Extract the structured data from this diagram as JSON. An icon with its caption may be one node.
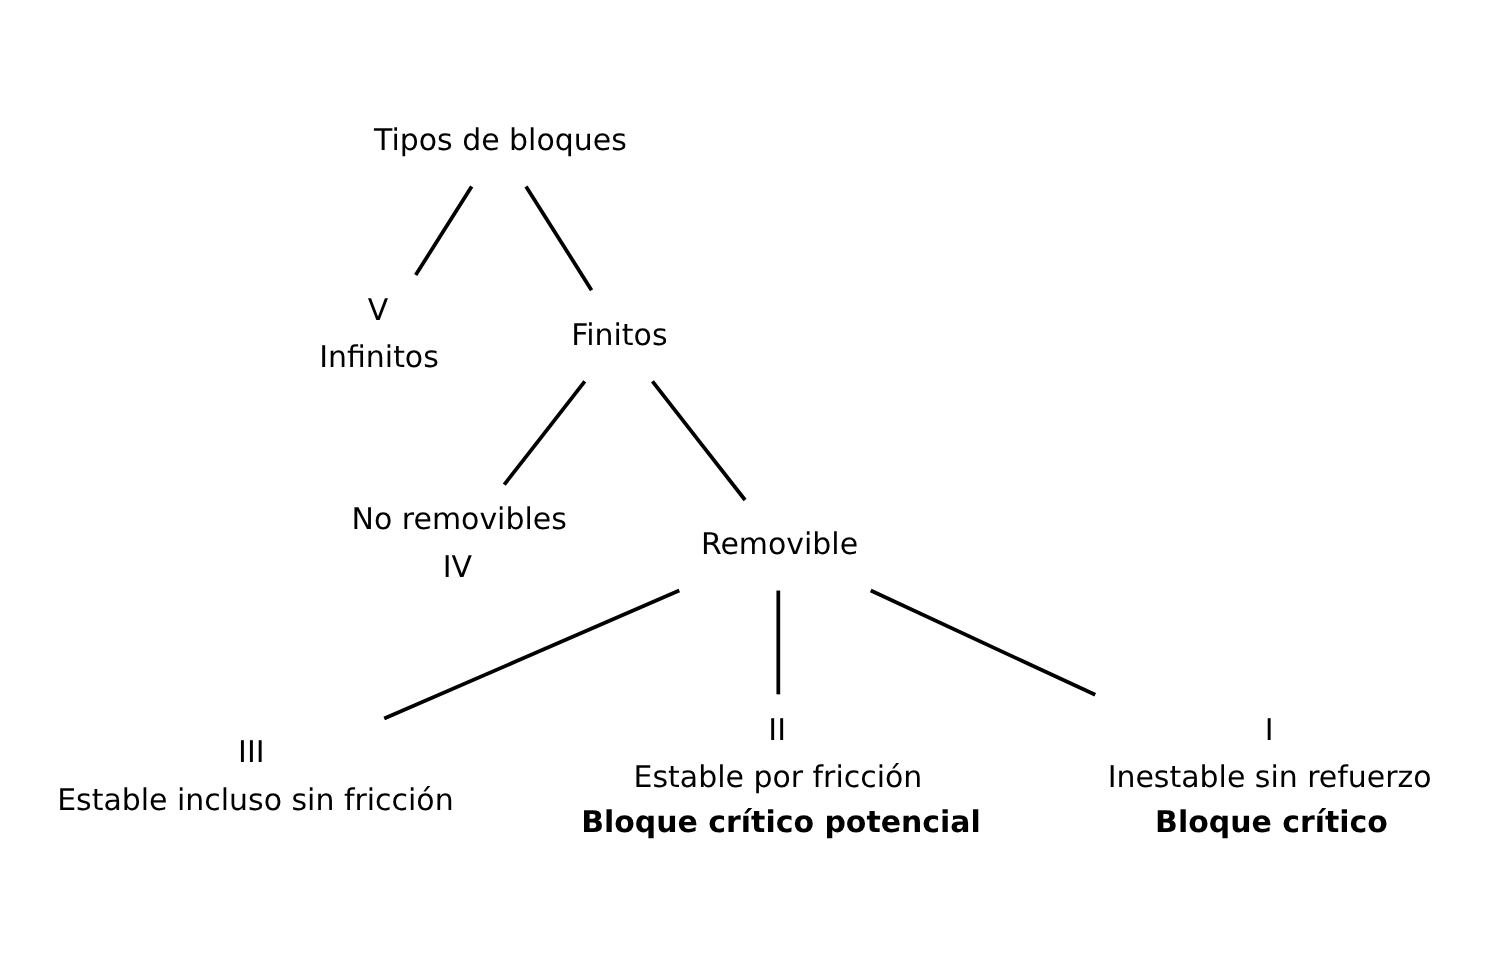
{
  "diagram": {
    "nodes": [
      {
        "text": [
          "Tipos de bloques"
        ]
      },
      {
        "text": [
          "V",
          "Infinitos"
        ]
      },
      {
        "text": [
          "Finitos"
        ]
      },
      {
        "text": [
          "No removibles",
          "IV"
        ]
      },
      {
        "text": [
          "Removible"
        ]
      },
      {
        "text": [
          "III",
          "Estable incluso sin fricción"
        ]
      },
      {
        "text": [
          "II",
          "Estable por fricción"
        ],
        "beside": [
          "Bloque crítico potencial"
        ]
      },
      {
        "text": [
          "I",
          "Inestable sin refuerzo"
        ],
        "beside": [
          "Bloque crítico"
        ]
      }
    ],
    "edges": [
      {
        "from": 0,
        "to": 1,
        "arrow": "none"
      },
      {
        "from": 0,
        "to": 2,
        "arrow": "none"
      },
      {
        "from": 2,
        "to": 3,
        "arrow": "none"
      },
      {
        "from": 2,
        "to": 4,
        "arrow": "none"
      },
      {
        "from": 4,
        "to": 5,
        "arrow": "none"
      },
      {
        "from": 4,
        "to": 6,
        "arrow": "none"
      },
      {
        "from": 4,
        "to": 7,
        "arrow": "none"
      }
    ]
  }
}
